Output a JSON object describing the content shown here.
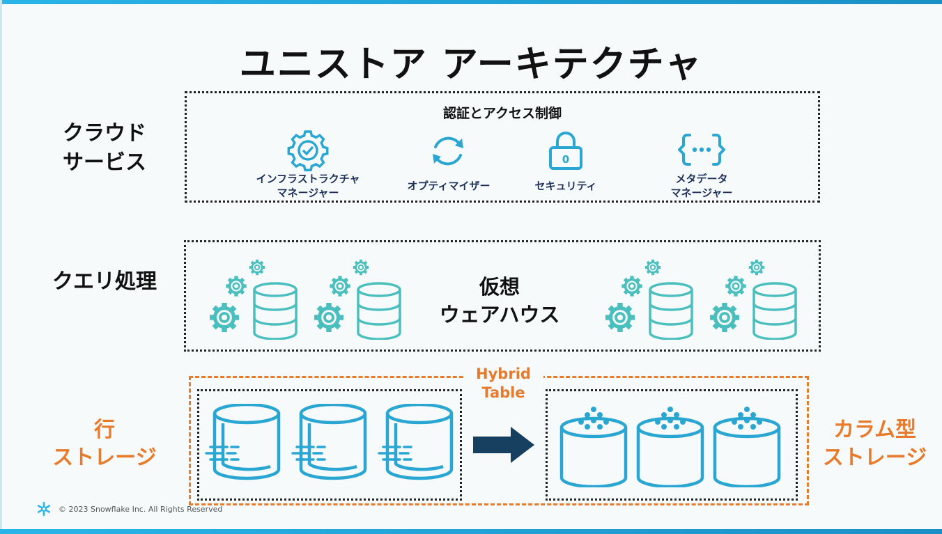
{
  "title": "ユニストア アーキテクチャ",
  "sections": {
    "cloud_services": {
      "label_line1": "クラウド",
      "label_line2": "サービス"
    },
    "query_processing": {
      "label": "クエリ処理"
    },
    "row_storage": {
      "label_line1": "行",
      "label_line2": "ストレージ"
    },
    "column_storage": {
      "label_line1": "カラム型",
      "label_line2": "ストレージ"
    }
  },
  "cloud_services_box": {
    "title": "認証とアクセス制御",
    "services": [
      {
        "icon": "gear-check-icon",
        "label_line1": "インフラストラクチャ",
        "label_line2": "マネージャー"
      },
      {
        "icon": "refresh-icon",
        "label_line1": "オプティマイザー",
        "label_line2": ""
      },
      {
        "icon": "lock-icon",
        "label_line1": "セキュリティ",
        "label_line2": ""
      },
      {
        "icon": "braces-icon",
        "label_line1": "メタデータ",
        "label_line2": "マネージャー"
      }
    ]
  },
  "virtual_warehouse": {
    "label_line1": "仮想",
    "label_line2": "ウェアハウス"
  },
  "hybrid_table": {
    "label_line1": "Hybrid",
    "label_line2": "Table"
  },
  "footer": {
    "copyright": "© 2023 Snowflake Inc. All Rights Reserved"
  },
  "colors": {
    "accent_teal": "#4bbfbe",
    "storage_blue": "#2aa6d3",
    "orange": "#e77a2b",
    "arrow_navy": "#173f5f",
    "navy_text": "#1e2f5a"
  }
}
